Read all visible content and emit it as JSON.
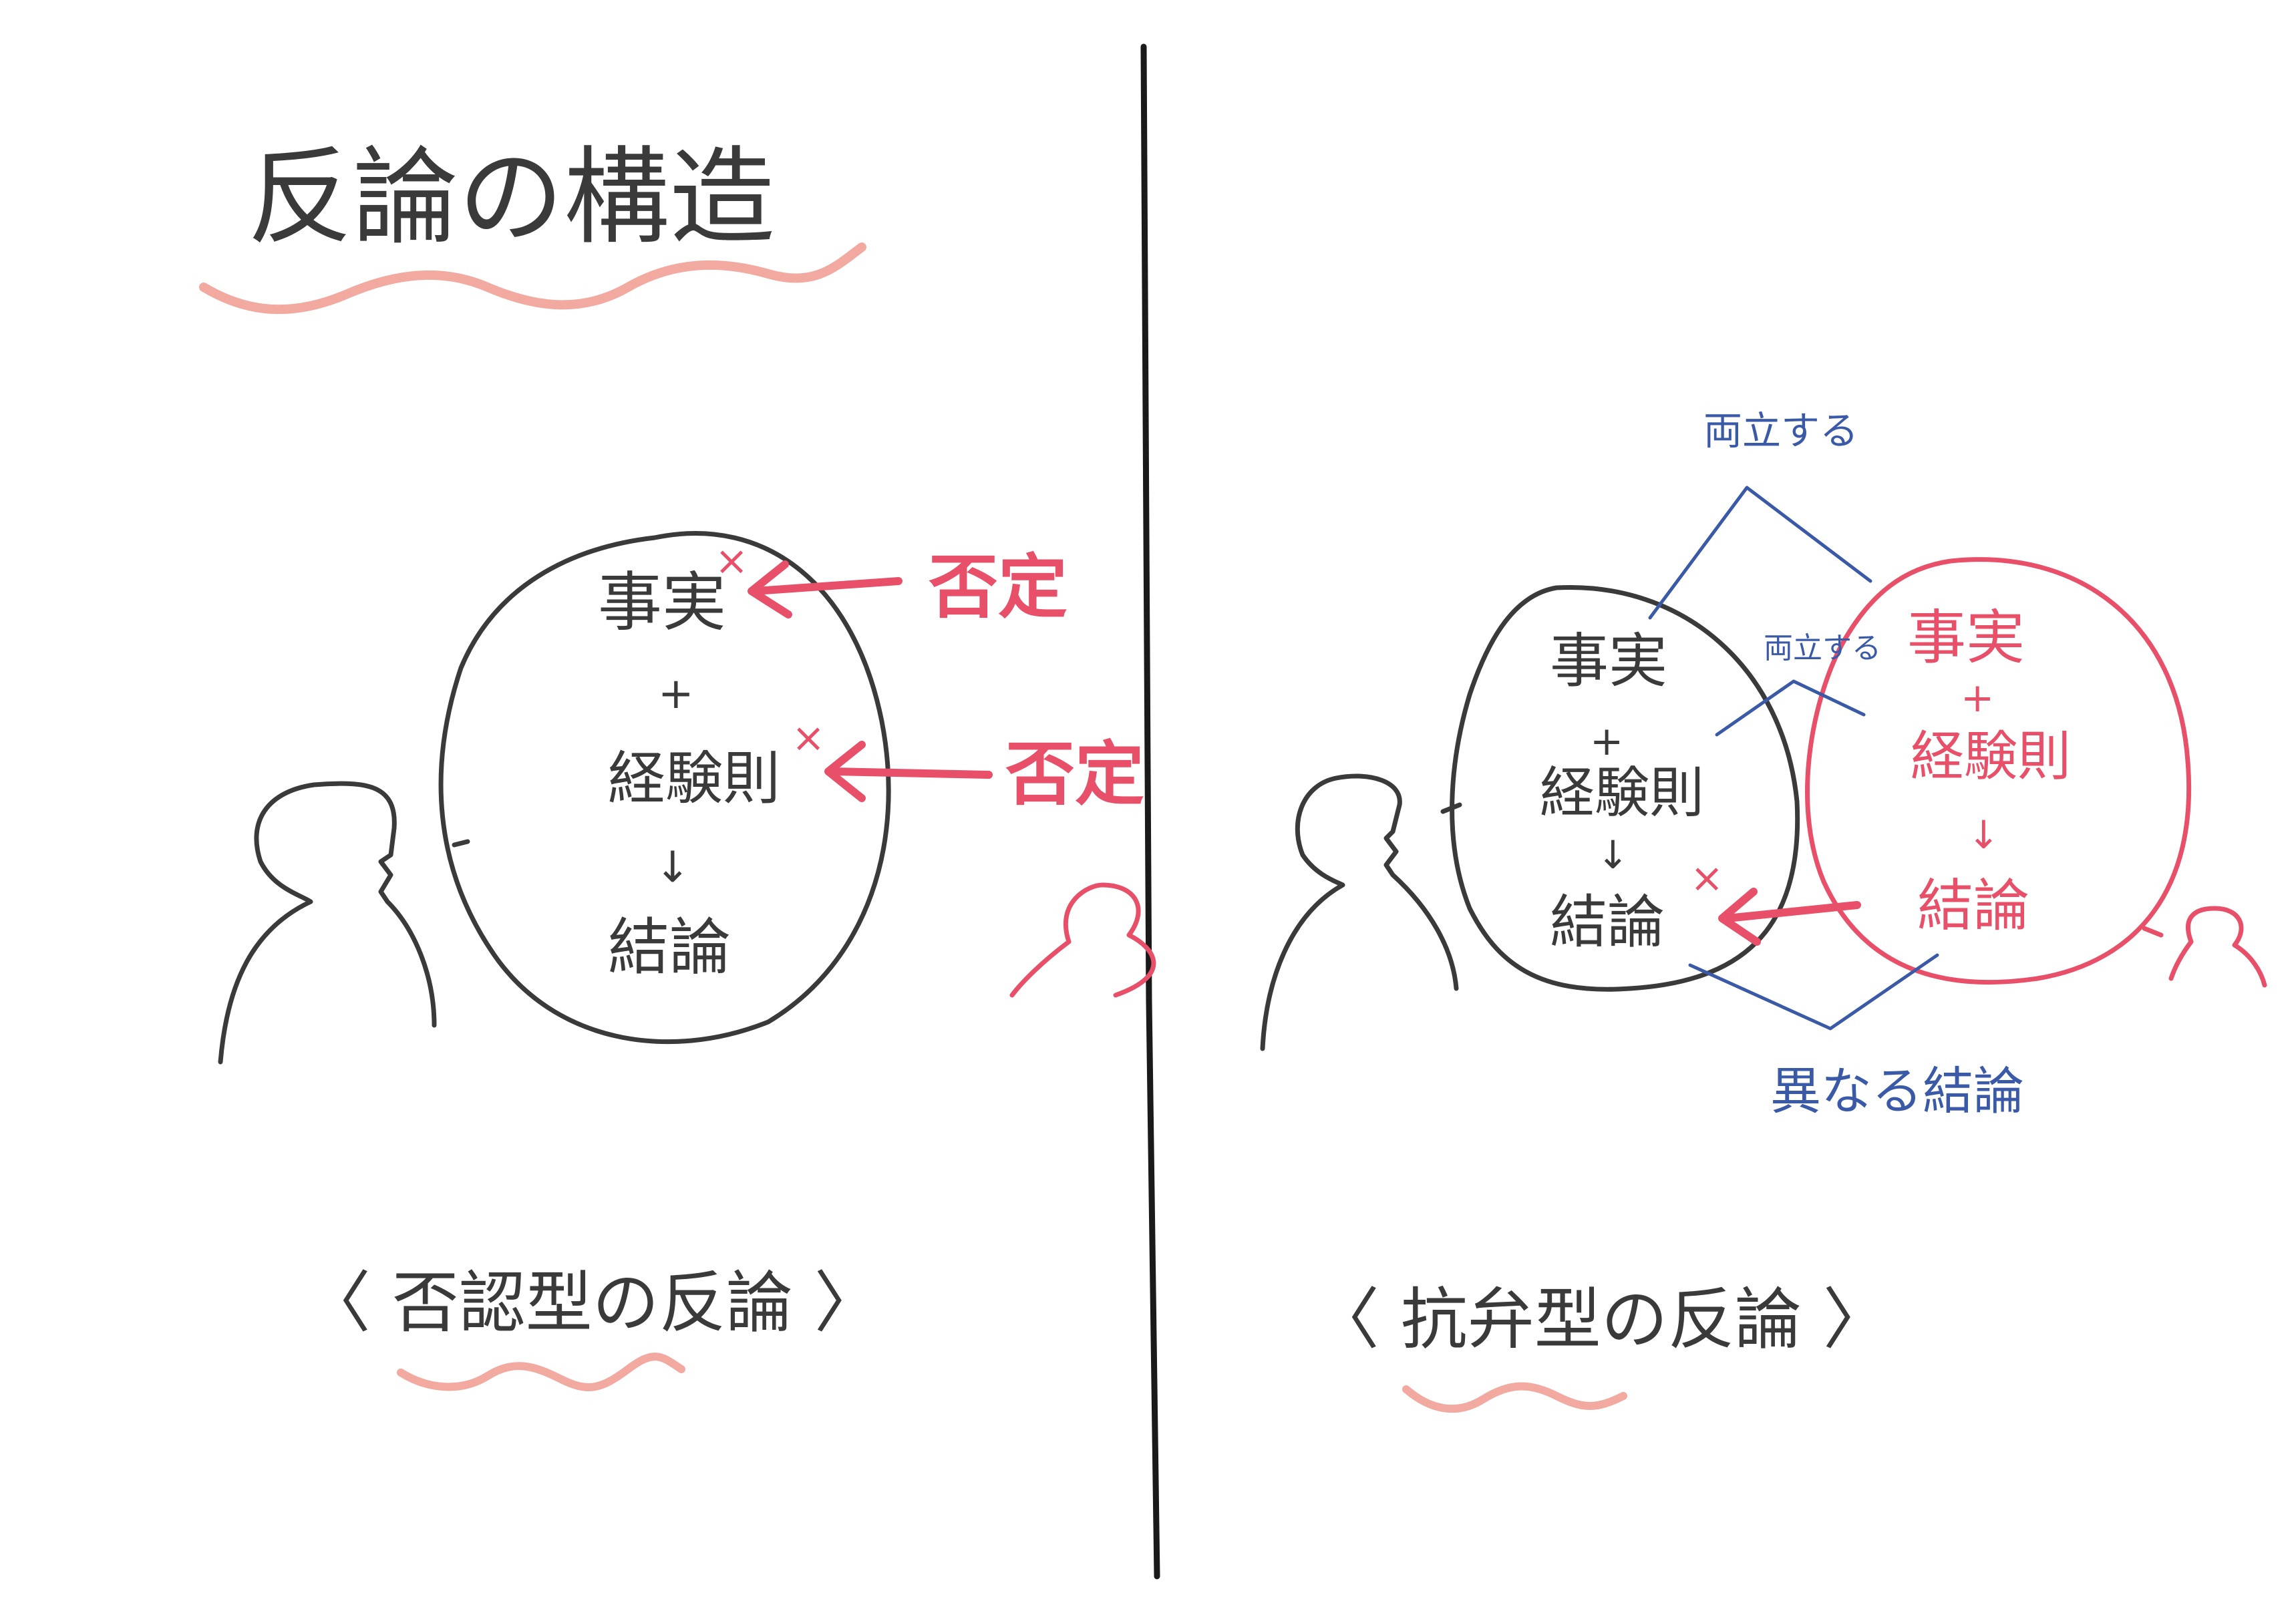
{
  "title": "反論の構造",
  "left_panel": {
    "caption": "〈 否認型の反論 〉",
    "argument": {
      "fact": "事実",
      "plus": "+",
      "rule": "経験則",
      "arrow": "↓",
      "conclusion": "結論"
    },
    "cross_marks": [
      "×",
      "×"
    ],
    "denials": [
      "否定",
      "否定"
    ]
  },
  "right_panel": {
    "caption": "〈 抗弁型の反論 〉",
    "own_argument": {
      "fact": "事実",
      "plus": "+",
      "rule": "経験則",
      "arrow": "↓",
      "conclusion": "結論"
    },
    "opposing_argument": {
      "fact": "事実",
      "plus": "+",
      "rule": "経験則",
      "arrow": "↓",
      "conclusion": "結論"
    },
    "cross_mark": "×",
    "compatible_top": "両立する",
    "compatible_middle": "両立する",
    "different_conclusion": "異なる結論"
  },
  "colors": {
    "ink": "#3a3a3a",
    "red": "#e8506a",
    "blue": "#3a5aa8",
    "underline": "#f2a9a0",
    "divider": "#1a1a1a"
  }
}
